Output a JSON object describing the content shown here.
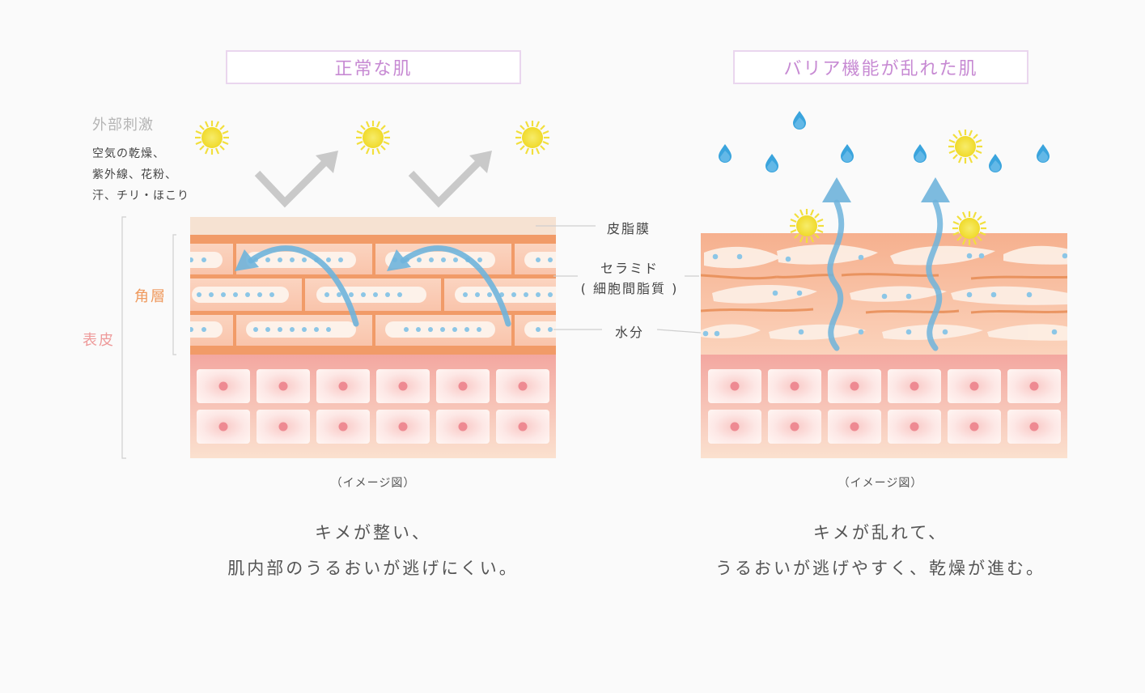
{
  "left": {
    "title": "正常な肌",
    "caption": "（イメージ図）",
    "desc1": "キメが整い、",
    "desc2": "肌内部のうるおいが逃げにくい。"
  },
  "right": {
    "title": "バリア機能が乱れた肌",
    "caption": "（イメージ図）",
    "desc1": "キメが乱れて、",
    "desc2": "うるおいが逃げやすく、乾燥が進む。"
  },
  "external": {
    "title": "外部刺激",
    "line1": "空気の乾燥、",
    "line2": "紫外線、花粉、",
    "line3": "汗、チリ・ほこり"
  },
  "labels": {
    "sebum": "皮脂膜",
    "ceramide1": "セラミド",
    "ceramide2": "( 細胞間脂質 )",
    "water": "水分",
    "stratum": "角層",
    "epidermis": "表皮"
  },
  "colors": {
    "title_text": "#c78ad3",
    "stratum_label": "#ef9a5e",
    "epidermis_label": "#ee9a9a",
    "arrow_blue": "#6fb4dc",
    "sun": "#f3e23a"
  }
}
